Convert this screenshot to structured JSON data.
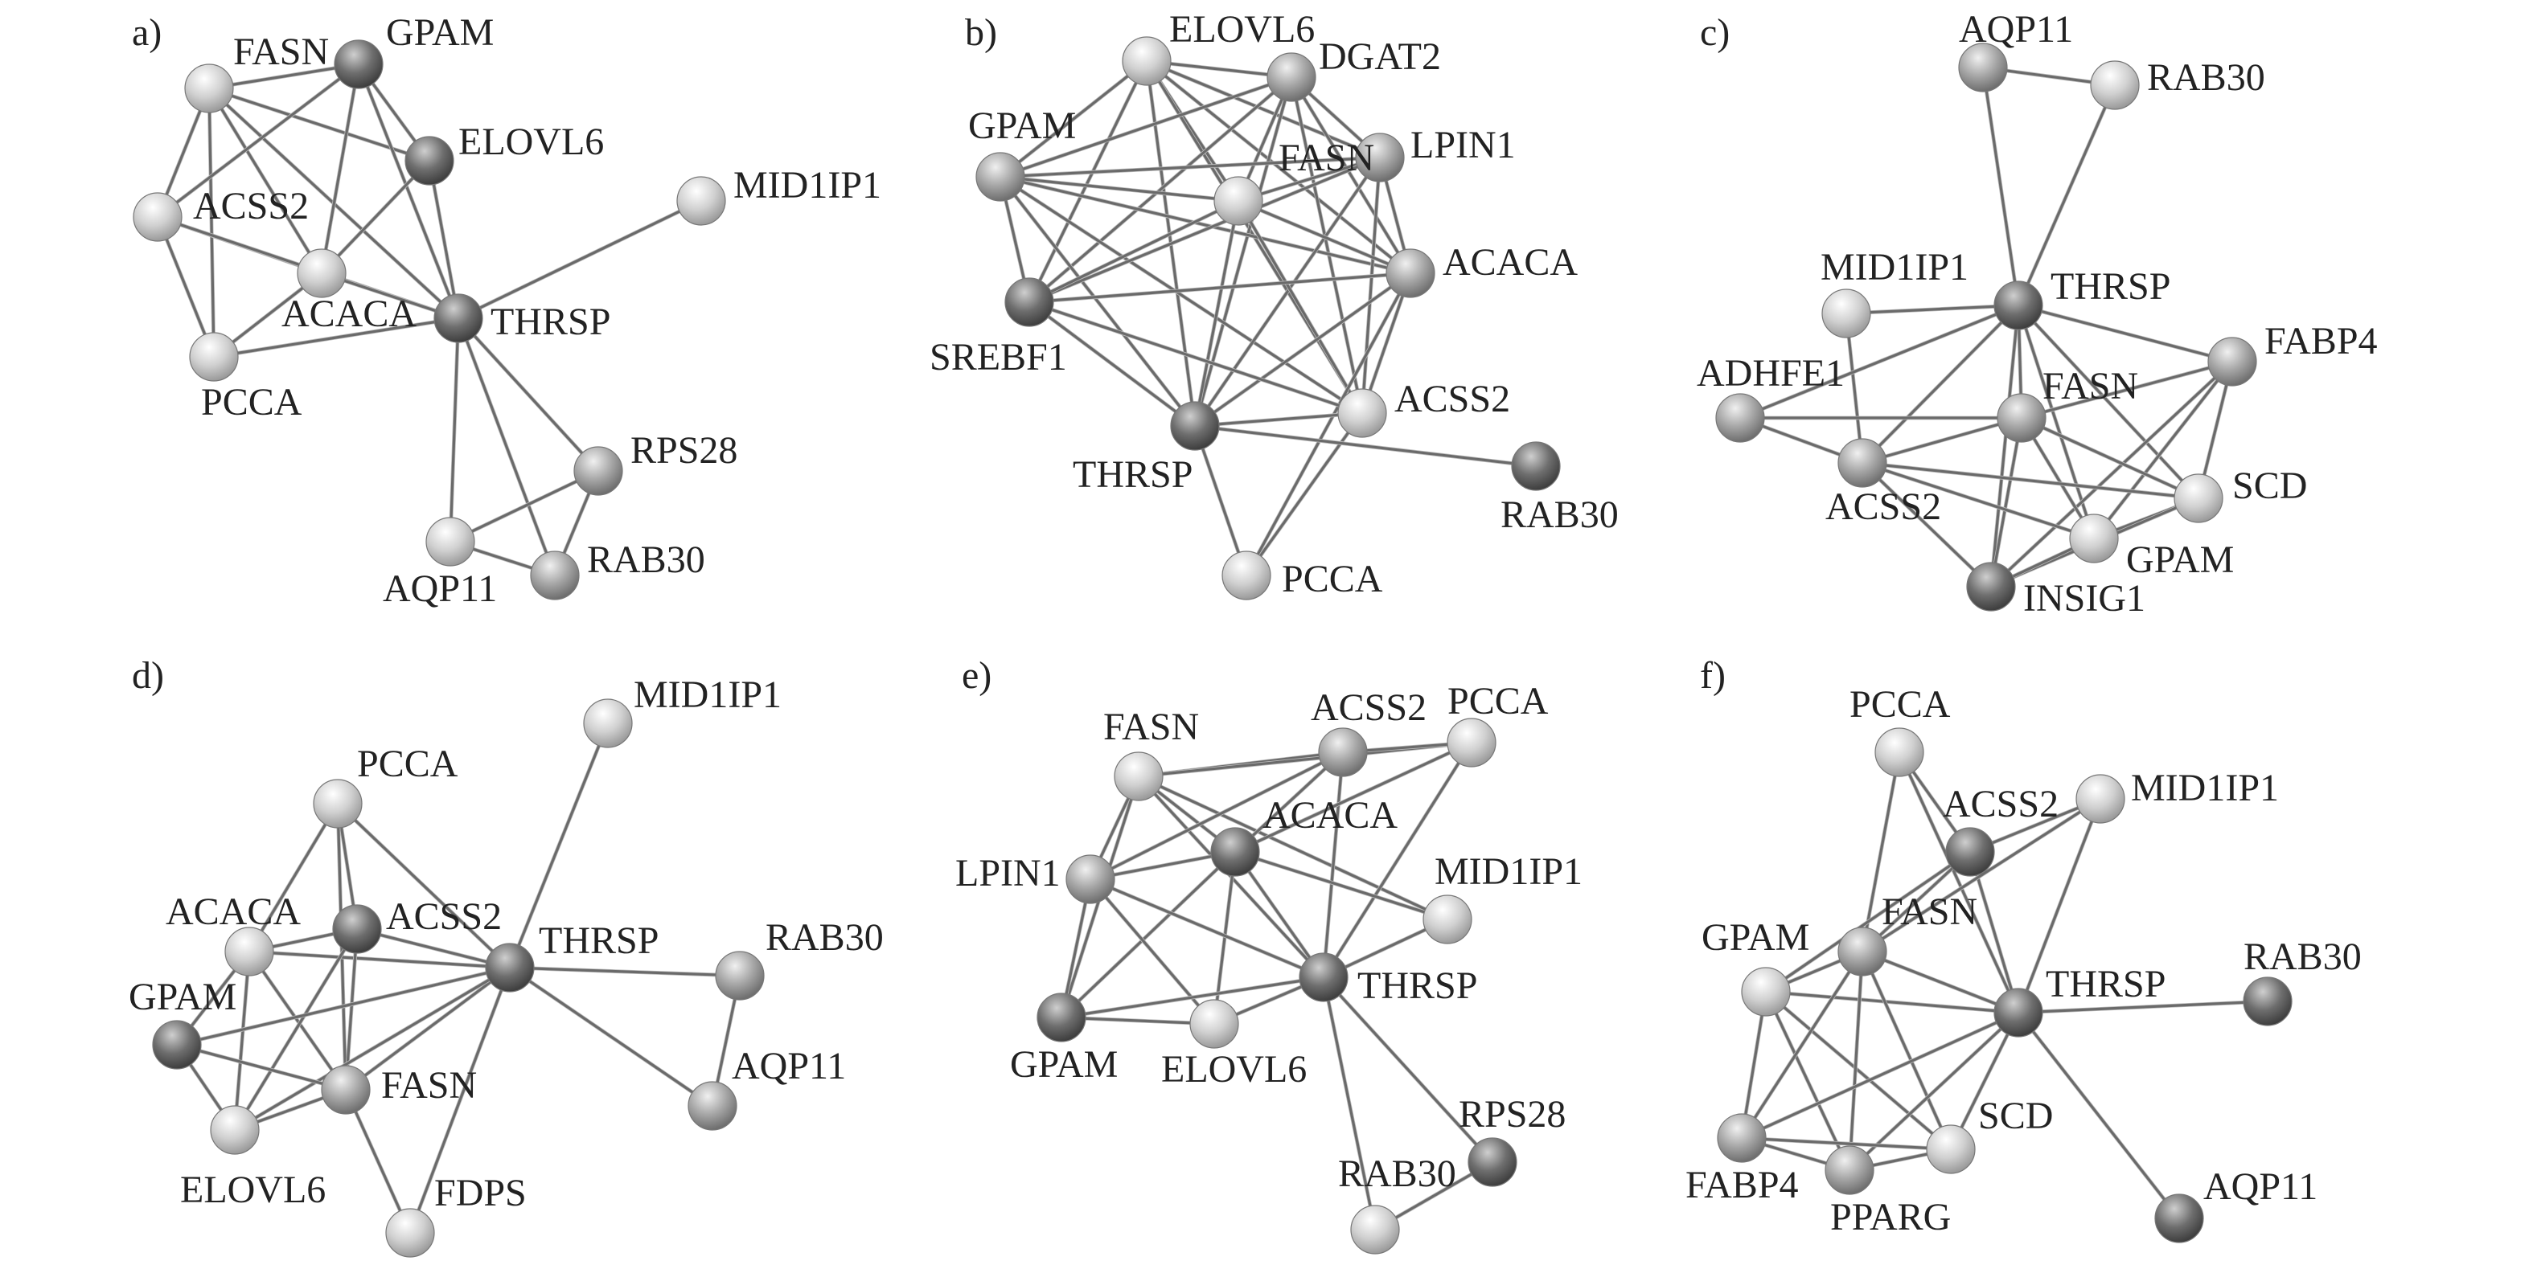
{
  "panels": [
    {
      "label": "a)",
      "nodes": [
        {
          "name": "FASN",
          "shade": "light"
        },
        {
          "name": "GPAM",
          "shade": "dark"
        },
        {
          "name": "ELOVL6",
          "shade": "dark"
        },
        {
          "name": "MID1IP1",
          "shade": "light"
        },
        {
          "name": "ACSS2",
          "shade": "light"
        },
        {
          "name": "ACACA",
          "shade": "light"
        },
        {
          "name": "THRSP",
          "shade": "dark"
        },
        {
          "name": "PCCA",
          "shade": "light"
        },
        {
          "name": "RPS28",
          "shade": "mid"
        },
        {
          "name": "AQP11",
          "shade": "light"
        },
        {
          "name": "RAB30",
          "shade": "mid"
        }
      ],
      "edges": [
        [
          "FASN",
          "GPAM"
        ],
        [
          "FASN",
          "ELOVL6"
        ],
        [
          "FASN",
          "ACSS2"
        ],
        [
          "FASN",
          "ACACA"
        ],
        [
          "FASN",
          "THRSP"
        ],
        [
          "FASN",
          "PCCA"
        ],
        [
          "GPAM",
          "ACSS2"
        ],
        [
          "GPAM",
          "ACACA"
        ],
        [
          "GPAM",
          "THRSP"
        ],
        [
          "GPAM",
          "ELOVL6"
        ],
        [
          "ELOVL6",
          "ACACA"
        ],
        [
          "ELOVL6",
          "THRSP"
        ],
        [
          "ACSS2",
          "ACACA"
        ],
        [
          "ACSS2",
          "THRSP"
        ],
        [
          "ACSS2",
          "PCCA"
        ],
        [
          "ACACA",
          "THRSP"
        ],
        [
          "ACACA",
          "PCCA"
        ],
        [
          "PCCA",
          "THRSP"
        ],
        [
          "THRSP",
          "MID1IP1"
        ],
        [
          "THRSP",
          "RPS28"
        ],
        [
          "THRSP",
          "AQP11"
        ],
        [
          "THRSP",
          "RAB30"
        ],
        [
          "RPS28",
          "AQP11"
        ],
        [
          "RPS28",
          "RAB30"
        ],
        [
          "AQP11",
          "RAB30"
        ]
      ]
    },
    {
      "label": "b)",
      "nodes": [
        {
          "name": "ELOVL6",
          "shade": "light"
        },
        {
          "name": "DGAT2",
          "shade": "mid"
        },
        {
          "name": "GPAM",
          "shade": "mid"
        },
        {
          "name": "LPIN1",
          "shade": "mid"
        },
        {
          "name": "FASN",
          "shade": "light"
        },
        {
          "name": "ACACA",
          "shade": "mid"
        },
        {
          "name": "SREBF1",
          "shade": "dark"
        },
        {
          "name": "ACSS2",
          "shade": "light"
        },
        {
          "name": "THRSP",
          "shade": "dark"
        },
        {
          "name": "RAB30",
          "shade": "dark"
        },
        {
          "name": "PCCA",
          "shade": "light"
        }
      ],
      "edges": [
        [
          "ELOVL6",
          "DGAT2"
        ],
        [
          "ELOVL6",
          "GPAM"
        ],
        [
          "ELOVL6",
          "FASN"
        ],
        [
          "ELOVL6",
          "ACACA"
        ],
        [
          "ELOVL6",
          "LPIN1"
        ],
        [
          "ELOVL6",
          "THRSP"
        ],
        [
          "ELOVL6",
          "SREBF1"
        ],
        [
          "ELOVL6",
          "ACSS2"
        ],
        [
          "DGAT2",
          "GPAM"
        ],
        [
          "DGAT2",
          "FASN"
        ],
        [
          "DGAT2",
          "LPIN1"
        ],
        [
          "DGAT2",
          "ACACA"
        ],
        [
          "DGAT2",
          "THRSP"
        ],
        [
          "DGAT2",
          "ACSS2"
        ],
        [
          "DGAT2",
          "SREBF1"
        ],
        [
          "GPAM",
          "FASN"
        ],
        [
          "GPAM",
          "ACACA"
        ],
        [
          "GPAM",
          "SREBF1"
        ],
        [
          "GPAM",
          "THRSP"
        ],
        [
          "GPAM",
          "ACSS2"
        ],
        [
          "GPAM",
          "LPIN1"
        ],
        [
          "LPIN1",
          "FASN"
        ],
        [
          "LPIN1",
          "ACACA"
        ],
        [
          "LPIN1",
          "THRSP"
        ],
        [
          "LPIN1",
          "ACSS2"
        ],
        [
          "LPIN1",
          "SREBF1"
        ],
        [
          "FASN",
          "ACACA"
        ],
        [
          "FASN",
          "SREBF1"
        ],
        [
          "FASN",
          "THRSP"
        ],
        [
          "FASN",
          "ACSS2"
        ],
        [
          "ACACA",
          "SREBF1"
        ],
        [
          "ACACA",
          "THRSP"
        ],
        [
          "ACACA",
          "ACSS2"
        ],
        [
          "ACACA",
          "PCCA"
        ],
        [
          "SREBF1",
          "THRSP"
        ],
        [
          "SREBF1",
          "ACSS2"
        ],
        [
          "ACSS2",
          "THRSP"
        ],
        [
          "ACSS2",
          "PCCA"
        ],
        [
          "THRSP",
          "PCCA"
        ],
        [
          "THRSP",
          "RAB30"
        ]
      ]
    },
    {
      "label": "c)",
      "nodes": [
        {
          "name": "AQP11",
          "shade": "mid"
        },
        {
          "name": "RAB30",
          "shade": "light"
        },
        {
          "name": "MID1IP1",
          "shade": "light"
        },
        {
          "name": "THRSP",
          "shade": "dark"
        },
        {
          "name": "FABP4",
          "shade": "mid"
        },
        {
          "name": "ADHFE1",
          "shade": "mid"
        },
        {
          "name": "FASN",
          "shade": "mid"
        },
        {
          "name": "ACSS2",
          "shade": "mid"
        },
        {
          "name": "SCD",
          "shade": "light"
        },
        {
          "name": "GPAM",
          "shade": "light"
        },
        {
          "name": "INSIG1",
          "shade": "dark"
        }
      ],
      "edges": [
        [
          "AQP11",
          "THRSP"
        ],
        [
          "RAB30",
          "THRSP"
        ],
        [
          "AQP11",
          "RAB30"
        ],
        [
          "MID1IP1",
          "THRSP"
        ],
        [
          "MID1IP1",
          "ACSS2"
        ],
        [
          "THRSP",
          "FABP4"
        ],
        [
          "THRSP",
          "FASN"
        ],
        [
          "THRSP",
          "ACSS2"
        ],
        [
          "THRSP",
          "ADHFE1"
        ],
        [
          "THRSP",
          "SCD"
        ],
        [
          "THRSP",
          "GPAM"
        ],
        [
          "THRSP",
          "INSIG1"
        ],
        [
          "FABP4",
          "FASN"
        ],
        [
          "FABP4",
          "SCD"
        ],
        [
          "FABP4",
          "GPAM"
        ],
        [
          "FABP4",
          "INSIG1"
        ],
        [
          "ADHFE1",
          "ACSS2"
        ],
        [
          "ADHFE1",
          "FASN"
        ],
        [
          "FASN",
          "ACSS2"
        ],
        [
          "FASN",
          "SCD"
        ],
        [
          "FASN",
          "GPAM"
        ],
        [
          "FASN",
          "INSIG1"
        ],
        [
          "ACSS2",
          "GPAM"
        ],
        [
          "ACSS2",
          "INSIG1"
        ],
        [
          "ACSS2",
          "SCD"
        ],
        [
          "SCD",
          "GPAM"
        ],
        [
          "SCD",
          "INSIG1"
        ],
        [
          "GPAM",
          "INSIG1"
        ]
      ]
    },
    {
      "label": "d)",
      "nodes": [
        {
          "name": "MID1IP1",
          "shade": "light"
        },
        {
          "name": "PCCA",
          "shade": "light"
        },
        {
          "name": "ACACA",
          "shade": "light"
        },
        {
          "name": "ACSS2",
          "shade": "dark"
        },
        {
          "name": "THRSP",
          "shade": "dark"
        },
        {
          "name": "RAB30",
          "shade": "mid"
        },
        {
          "name": "GPAM",
          "shade": "dark"
        },
        {
          "name": "FASN",
          "shade": "mid"
        },
        {
          "name": "AQP11",
          "shade": "mid"
        },
        {
          "name": "ELOVL6",
          "shade": "light"
        },
        {
          "name": "FDPS",
          "shade": "light"
        }
      ],
      "edges": [
        [
          "PCCA",
          "ACACA"
        ],
        [
          "PCCA",
          "ACSS2"
        ],
        [
          "PCCA",
          "THRSP"
        ],
        [
          "PCCA",
          "FASN"
        ],
        [
          "ACACA",
          "ACSS2"
        ],
        [
          "ACACA",
          "THRSP"
        ],
        [
          "ACACA",
          "GPAM"
        ],
        [
          "ACACA",
          "FASN"
        ],
        [
          "ACACA",
          "ELOVL6"
        ],
        [
          "ACSS2",
          "THRSP"
        ],
        [
          "ACSS2",
          "FASN"
        ],
        [
          "ACSS2",
          "ELOVL6"
        ],
        [
          "THRSP",
          "MID1IP1"
        ],
        [
          "THRSP",
          "RAB30"
        ],
        [
          "THRSP",
          "AQP11"
        ],
        [
          "THRSP",
          "GPAM"
        ],
        [
          "THRSP",
          "FASN"
        ],
        [
          "THRSP",
          "ELOVL6"
        ],
        [
          "THRSP",
          "FDPS"
        ],
        [
          "GPAM",
          "FASN"
        ],
        [
          "GPAM",
          "ELOVL6"
        ],
        [
          "FASN",
          "ELOVL6"
        ],
        [
          "FASN",
          "FDPS"
        ],
        [
          "RAB30",
          "AQP11"
        ]
      ]
    },
    {
      "label": "e)",
      "nodes": [
        {
          "name": "FASN",
          "shade": "light"
        },
        {
          "name": "ACSS2",
          "shade": "mid"
        },
        {
          "name": "PCCA",
          "shade": "light"
        },
        {
          "name": "ACACA",
          "shade": "dark"
        },
        {
          "name": "LPIN1",
          "shade": "mid"
        },
        {
          "name": "MID1IP1",
          "shade": "light"
        },
        {
          "name": "THRSP",
          "shade": "dark"
        },
        {
          "name": "GPAM",
          "shade": "dark"
        },
        {
          "name": "ELOVL6",
          "shade": "light"
        },
        {
          "name": "RPS28",
          "shade": "dark"
        },
        {
          "name": "RAB30",
          "shade": "light"
        }
      ],
      "edges": [
        [
          "FASN",
          "ACSS2"
        ],
        [
          "FASN",
          "PCCA"
        ],
        [
          "FASN",
          "ACACA"
        ],
        [
          "FASN",
          "LPIN1"
        ],
        [
          "FASN",
          "THRSP"
        ],
        [
          "FASN",
          "GPAM"
        ],
        [
          "FASN",
          "MID1IP1"
        ],
        [
          "ACSS2",
          "PCCA"
        ],
        [
          "ACSS2",
          "ACACA"
        ],
        [
          "ACSS2",
          "THRSP"
        ],
        [
          "ACSS2",
          "LPIN1"
        ],
        [
          "PCCA",
          "ACACA"
        ],
        [
          "PCCA",
          "THRSP"
        ],
        [
          "ACACA",
          "LPIN1"
        ],
        [
          "ACACA",
          "MID1IP1"
        ],
        [
          "ACACA",
          "THRSP"
        ],
        [
          "ACACA",
          "GPAM"
        ],
        [
          "ACACA",
          "ELOVL6"
        ],
        [
          "LPIN1",
          "GPAM"
        ],
        [
          "LPIN1",
          "THRSP"
        ],
        [
          "LPIN1",
          "ELOVL6"
        ],
        [
          "MID1IP1",
          "THRSP"
        ],
        [
          "THRSP",
          "GPAM"
        ],
        [
          "THRSP",
          "ELOVL6"
        ],
        [
          "GPAM",
          "ELOVL6"
        ],
        [
          "THRSP",
          "RPS28"
        ],
        [
          "THRSP",
          "RAB30"
        ],
        [
          "RPS28",
          "RAB30"
        ]
      ]
    },
    {
      "label": "f)",
      "nodes": [
        {
          "name": "PCCA",
          "shade": "light"
        },
        {
          "name": "ACSS2",
          "shade": "dark"
        },
        {
          "name": "MID1IP1",
          "shade": "light"
        },
        {
          "name": "GPAM",
          "shade": "light"
        },
        {
          "name": "FASN",
          "shade": "mid"
        },
        {
          "name": "THRSP",
          "shade": "dark"
        },
        {
          "name": "RAB30",
          "shade": "dark"
        },
        {
          "name": "FABP4",
          "shade": "mid"
        },
        {
          "name": "PPARG",
          "shade": "mid"
        },
        {
          "name": "SCD",
          "shade": "light"
        },
        {
          "name": "AQP11",
          "shade": "dark"
        }
      ],
      "edges": [
        [
          "PCCA",
          "ACSS2"
        ],
        [
          "PCCA",
          "FASN"
        ],
        [
          "PCCA",
          "THRSP"
        ],
        [
          "ACSS2",
          "MID1IP1"
        ],
        [
          "ACSS2",
          "FASN"
        ],
        [
          "ACSS2",
          "THRSP"
        ],
        [
          "ACSS2",
          "GPAM"
        ],
        [
          "MID1IP1",
          "THRSP"
        ],
        [
          "MID1IP1",
          "FASN"
        ],
        [
          "GPAM",
          "FASN"
        ],
        [
          "GPAM",
          "THRSP"
        ],
        [
          "GPAM",
          "FABP4"
        ],
        [
          "GPAM",
          "PPARG"
        ],
        [
          "GPAM",
          "SCD"
        ],
        [
          "FASN",
          "THRSP"
        ],
        [
          "FASN",
          "FABP4"
        ],
        [
          "FASN",
          "PPARG"
        ],
        [
          "FASN",
          "SCD"
        ],
        [
          "THRSP",
          "RAB30"
        ],
        [
          "THRSP",
          "AQP11"
        ],
        [
          "THRSP",
          "FABP4"
        ],
        [
          "THRSP",
          "PPARG"
        ],
        [
          "THRSP",
          "SCD"
        ],
        [
          "FABP4",
          "PPARG"
        ],
        [
          "FABP4",
          "SCD"
        ],
        [
          "PPARG",
          "SCD"
        ]
      ]
    }
  ],
  "colors": {
    "light": "#d4d4d4",
    "mid": "#a8a8a8",
    "dark": "#6e6e6e",
    "edge": "#6a6a6a"
  }
}
